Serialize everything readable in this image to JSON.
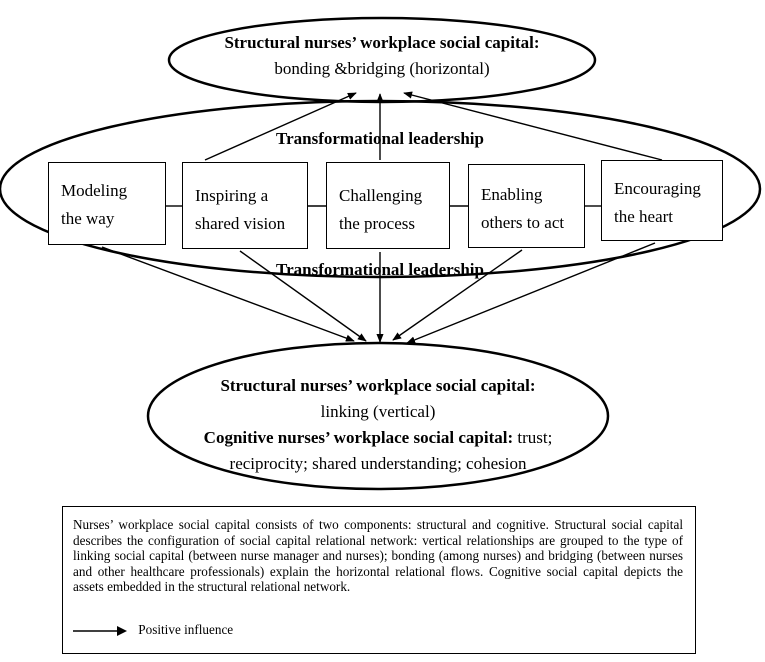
{
  "top_ellipse": {
    "title": "Structural nurses’ workplace social capital:",
    "subtitle": "bonding &bridging  (horizontal)"
  },
  "middle_ellipse": {
    "label_top": "Transformational  leadership",
    "label_bottom": "Transformational  leadership",
    "practices": [
      {
        "line1": "Modeling",
        "line2": "the way"
      },
      {
        "line1": "Inspiring a",
        "line2": "shared vision"
      },
      {
        "line1": "Challenging",
        "line2": "the process"
      },
      {
        "line1": "Enabling",
        "line2": "others to act"
      },
      {
        "line1": "Encouraging",
        "line2": "the heart"
      }
    ]
  },
  "bottom_ellipse": {
    "title1": "Structural nurses’ workplace social capital:",
    "line1": "linking (vertical)",
    "title2": "Cognitive nurses’ workplace social capital:",
    "line2a": "trust;",
    "line2b": "reciprocity; shared understanding; cohesion"
  },
  "legend": {
    "description": "Nurses’ workplace social capital consists of two components: structural and cognitive. Structural social capital describes the configuration of social capital relational network: vertical relationships are grouped to the type of linking social capital (between nurse manager and nurses); bonding (among nurses) and bridging (between nurses and other healthcare professionals) explain the horizontal relational flows. Cognitive social capital depicts the assets embedded in the structural relational network.",
    "arrow_label": "Positive influence"
  }
}
